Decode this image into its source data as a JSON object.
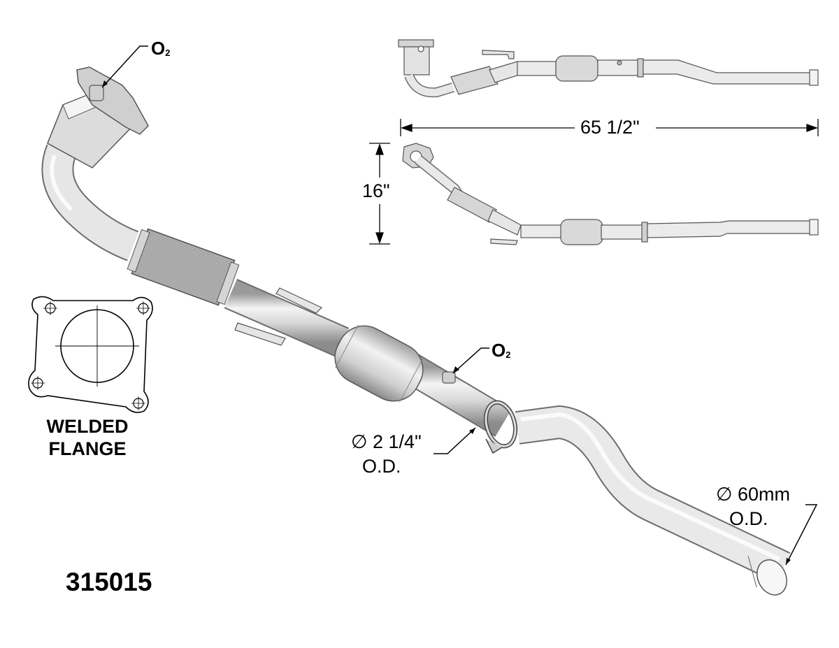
{
  "o2_label_top": {
    "main": "O",
    "sub": "2"
  },
  "o2_label_mid": {
    "main": "O",
    "sub": "2"
  },
  "dim_length": "65 1/2\"",
  "dim_height": "16\"",
  "dim_pipe_od": "∅ 2 1/4\"",
  "dim_pipe_od_sub": "O.D.",
  "dim_outlet_od": "∅ 60mm",
  "dim_outlet_od_sub": "O.D.",
  "flange_label": [
    "WELDED",
    "FLANGE"
  ],
  "part_number": "315015"
}
